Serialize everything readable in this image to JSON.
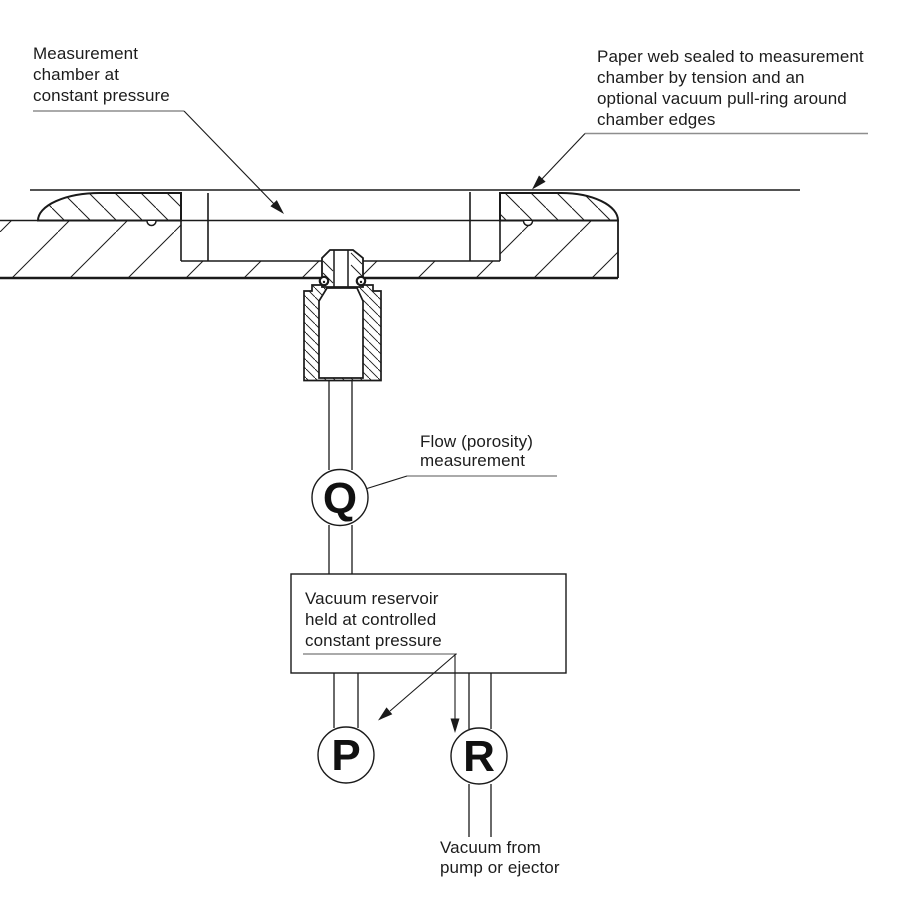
{
  "diagram": {
    "type": "technical-cross-section-schematic",
    "background_color": "#ffffff",
    "line_color": "#1a1a1a",
    "underline_color": "#8e8e8e",
    "text_color": "#1c1c1c",
    "annotations": {
      "chamber": "Measurement\nchamber at\nconstant pressure",
      "web_seal": "Paper web sealed to measurement\nchamber by tension and an\noptional vacuum pull-ring around\nchamber edges",
      "flow": "Flow (porosity)\nmeasurement",
      "reservoir": "Vacuum reservoir\nheld at controlled\nconstant pressure",
      "vacuum_source": "Vacuum from\npump or ejector"
    },
    "instruments": {
      "flow_meter_symbol": "Q",
      "pressure_gauge_symbol": "P",
      "regulator_symbol": "R"
    }
  }
}
